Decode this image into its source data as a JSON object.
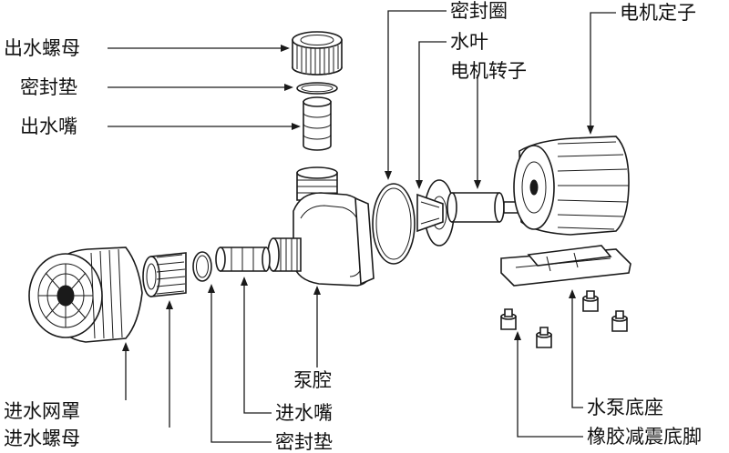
{
  "labels": {
    "outlet_nut": "出水螺母",
    "outlet_gasket": "密封垫",
    "outlet_nozzle": "出水嘴",
    "seal_ring": "密封圈",
    "impeller": "水叶",
    "motor_rotor": "电机转子",
    "motor_stator": "电机定子",
    "pump_chamber": "泵腔",
    "inlet_nozzle": "进水嘴",
    "inlet_gasket": "密封垫",
    "inlet_screen": "进水网罩",
    "inlet_nut": "进水螺母",
    "pump_base": "水泵底座",
    "rubber_feet": "橡胶减震底脚"
  }
}
